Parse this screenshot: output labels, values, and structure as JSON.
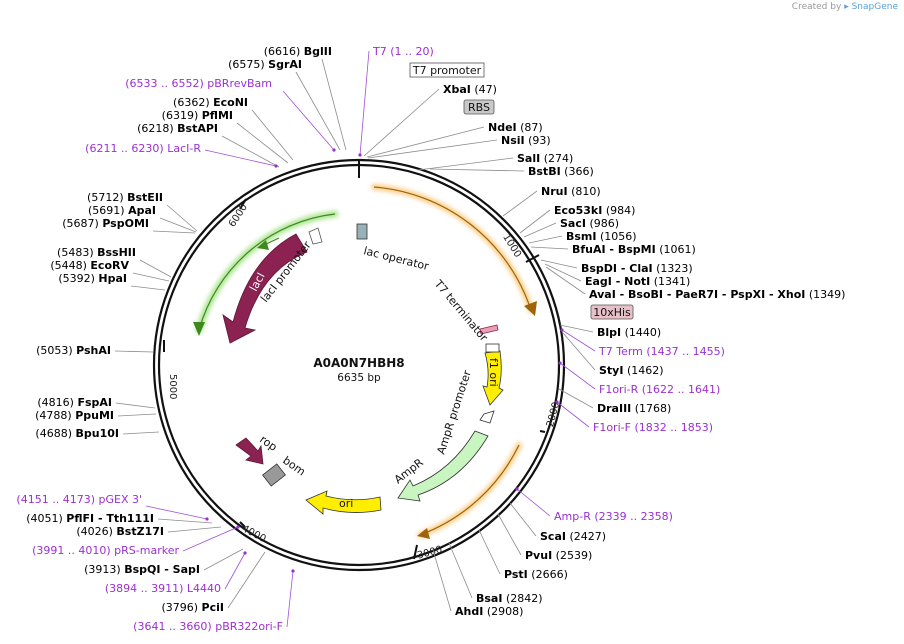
{
  "credit": {
    "prefix": "Created by",
    "brand": "SnapGene"
  },
  "plasmid": {
    "name": "A0A0N7HBH8",
    "length_label": "6635 bp",
    "length": 6635
  },
  "tick_labels": [
    "1000",
    "2000",
    "3000",
    "4000",
    "5000",
    "6000"
  ],
  "colors": {
    "site_label": "#000000",
    "primer": "#9b30d0",
    "leader_site": "#8c8c8c",
    "leader_primer": "#a050d8",
    "orange_feature": "#f5a623",
    "green_feature": "#9be07a",
    "maroon_feature": "#8b2252",
    "yellow_feature": "#ffee00",
    "light_green_feature": "#c8f5c0",
    "gray_feature": "#999999"
  },
  "sites": [
    {
      "pos": "(6616)",
      "name": "BglII"
    },
    {
      "pos": "(6575)",
      "name": "SgrAI"
    },
    {
      "pos": "(6533 .. 6552)",
      "name": "pBRrevBam",
      "primer": true
    },
    {
      "pos": "(6362)",
      "name": "EcoNI"
    },
    {
      "pos": "(6319)",
      "name": "PflMI"
    },
    {
      "pos": "(6218)",
      "name": "BstAPI"
    },
    {
      "pos": "(6211 .. 6230)",
      "name": "LacI-R",
      "primer": true
    },
    {
      "pos": "(5712)",
      "name": "BstEII"
    },
    {
      "pos": "(5691)",
      "name": "ApaI"
    },
    {
      "pos": "(5687)",
      "name": "PspOMI"
    },
    {
      "pos": "(5483)",
      "name": "BssHII"
    },
    {
      "pos": "(5448)",
      "name": "EcoRV"
    },
    {
      "pos": "(5392)",
      "name": "HpaI"
    },
    {
      "pos": "(5053)",
      "name": "PshAI"
    },
    {
      "pos": "(4816)",
      "name": "FspAI"
    },
    {
      "pos": "(4788)",
      "name": "PpuMI"
    },
    {
      "pos": "(4688)",
      "name": "Bpu10I"
    },
    {
      "pos": "(4151 .. 4173)",
      "name": "pGEX 3'",
      "primer": true
    },
    {
      "pos": "(4051)",
      "name": "PflFI  -  Tth111I"
    },
    {
      "pos": "(4026)",
      "name": "BstZ17I"
    },
    {
      "pos": "(3991 .. 4010)",
      "name": "pRS-marker",
      "primer": true
    },
    {
      "pos": "(3913)",
      "name": "BspQI  -  SapI"
    },
    {
      "pos": "(3894 .. 3911)",
      "name": "L4440",
      "primer": true
    },
    {
      "pos": "(3796)",
      "name": "PciI"
    },
    {
      "pos": "(3641 .. 3660)",
      "name": "pBR322ori-F",
      "primer": true
    },
    {
      "name": "T7",
      "pos": "(1 .. 20)",
      "primer": true
    },
    {
      "name": "XbaI",
      "pos": "(47)"
    },
    {
      "name": "NdeI",
      "pos": "(87)"
    },
    {
      "name": "NsiI",
      "pos": "(93)"
    },
    {
      "name": "SalI",
      "pos": "(274)"
    },
    {
      "name": "BstBI",
      "pos": "(366)"
    },
    {
      "name": "NruI",
      "pos": "(810)"
    },
    {
      "name": "Eco53kI",
      "pos": "(984)"
    },
    {
      "name": "SacI",
      "pos": "(986)"
    },
    {
      "name": "BsmI",
      "pos": "(1056)"
    },
    {
      "name": "BfuAI  -  BspMI",
      "pos": "(1061)"
    },
    {
      "name": "BspDI  -  ClaI",
      "pos": "(1323)"
    },
    {
      "name": "EagI  -  NotI",
      "pos": "(1341)"
    },
    {
      "name": "AvaI  -  BsoBI  -  PaeR7I  -  PspXI  -  XhoI",
      "pos": "(1349)"
    },
    {
      "name": "BlpI",
      "pos": "(1440)"
    },
    {
      "name": "T7 Term",
      "pos": "(1437 .. 1455)",
      "primer": true
    },
    {
      "name": "StyI",
      "pos": "(1462)"
    },
    {
      "name": "F1ori-R",
      "pos": "(1622 .. 1641)",
      "primer": true
    },
    {
      "name": "DraIII",
      "pos": "(1768)"
    },
    {
      "name": "F1ori-F",
      "pos": "(1832 .. 1853)",
      "primer": true
    },
    {
      "name": "Amp-R",
      "pos": "(2339 .. 2358)",
      "primer": true
    },
    {
      "name": "ScaI",
      "pos": "(2427)"
    },
    {
      "name": "PvuI",
      "pos": "(2539)"
    },
    {
      "name": "PstI",
      "pos": "(2666)"
    },
    {
      "name": "BsaI",
      "pos": "(2842)"
    },
    {
      "name": "AhdI",
      "pos": "(2908)"
    }
  ],
  "boxed_features": [
    {
      "label": "T7 promoter"
    },
    {
      "label": "RBS"
    },
    {
      "label": "10xHis"
    }
  ],
  "features": [
    {
      "label": "lac operator"
    },
    {
      "label": "T7 terminator"
    },
    {
      "label": "f1 ori"
    },
    {
      "label": "AmpR promoter"
    },
    {
      "label": "AmpR"
    },
    {
      "label": "ori"
    },
    {
      "label": "bom"
    },
    {
      "label": "rop"
    },
    {
      "label": "lacI"
    },
    {
      "label": "lacI promoter"
    }
  ]
}
